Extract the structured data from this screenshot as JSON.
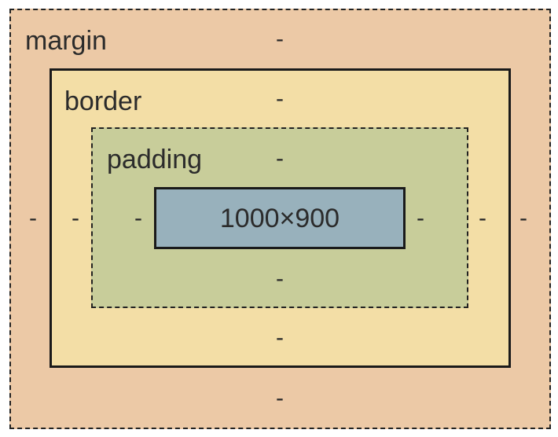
{
  "box_model": {
    "margin": {
      "label": "margin",
      "color": "#ecc9a6",
      "top": "-",
      "right": "-",
      "bottom": "-",
      "left": "-"
    },
    "border": {
      "label": "border",
      "color": "#f3dea6",
      "top": "-",
      "right": "-",
      "bottom": "-",
      "left": "-"
    },
    "padding": {
      "label": "padding",
      "color": "#c8cd9a",
      "top": "-",
      "right": "-",
      "bottom": "-",
      "left": "-"
    },
    "content": {
      "size": "1000×900",
      "color": "#98b1bc"
    }
  }
}
